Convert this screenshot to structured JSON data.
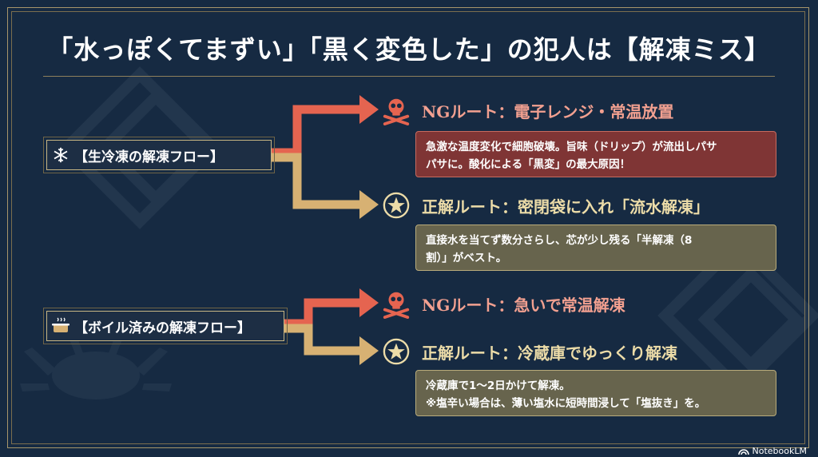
{
  "title": "「水っぽくてまずい」「黒く変色した」の犯人は【解凍ミス】",
  "colors": {
    "background": "#162a42",
    "ng_arrow": "#e56450",
    "ok_arrow": "#d7b173",
    "ng_box": "#7f3535",
    "ok_box": "#67644d"
  },
  "flows": [
    {
      "icon": "snowflake-icon",
      "label": "【生冷凍の解凍フロー】",
      "ng": {
        "icon": "skull-crossbones-icon",
        "route": "NGルート：電子レンジ・常温放置",
        "desc_lines": [
          "急激な温度変化で細胞破壊。旨味（ドリップ）が流出しパサ",
          "パサに。酸化による「黒変」の最大原因！"
        ]
      },
      "ok": {
        "icon": "star-icon",
        "route": "正解ルート：密閉袋に入れ「流水解凍」",
        "desc_lines": [
          "直接水を当てず数分さらし、芯が少し残る「半解凍（8",
          "割）」がベスト。"
        ]
      }
    },
    {
      "icon": "cooking-pot-icon",
      "label": "【ボイル済みの解凍フロー】",
      "ng": {
        "icon": "skull-crossbones-icon",
        "route": "NGルート：急いで常温解凍"
      },
      "ok": {
        "icon": "star-icon",
        "route": "正解ルート：冷蔵庫でゆっくり解凍",
        "desc_lines": [
          "冷蔵庫で1〜2日かけて解凍。",
          "※塩辛い場合は、薄い塩水に短時間浸して「塩抜き」を。"
        ]
      }
    }
  ],
  "badge": "NotebookLM"
}
